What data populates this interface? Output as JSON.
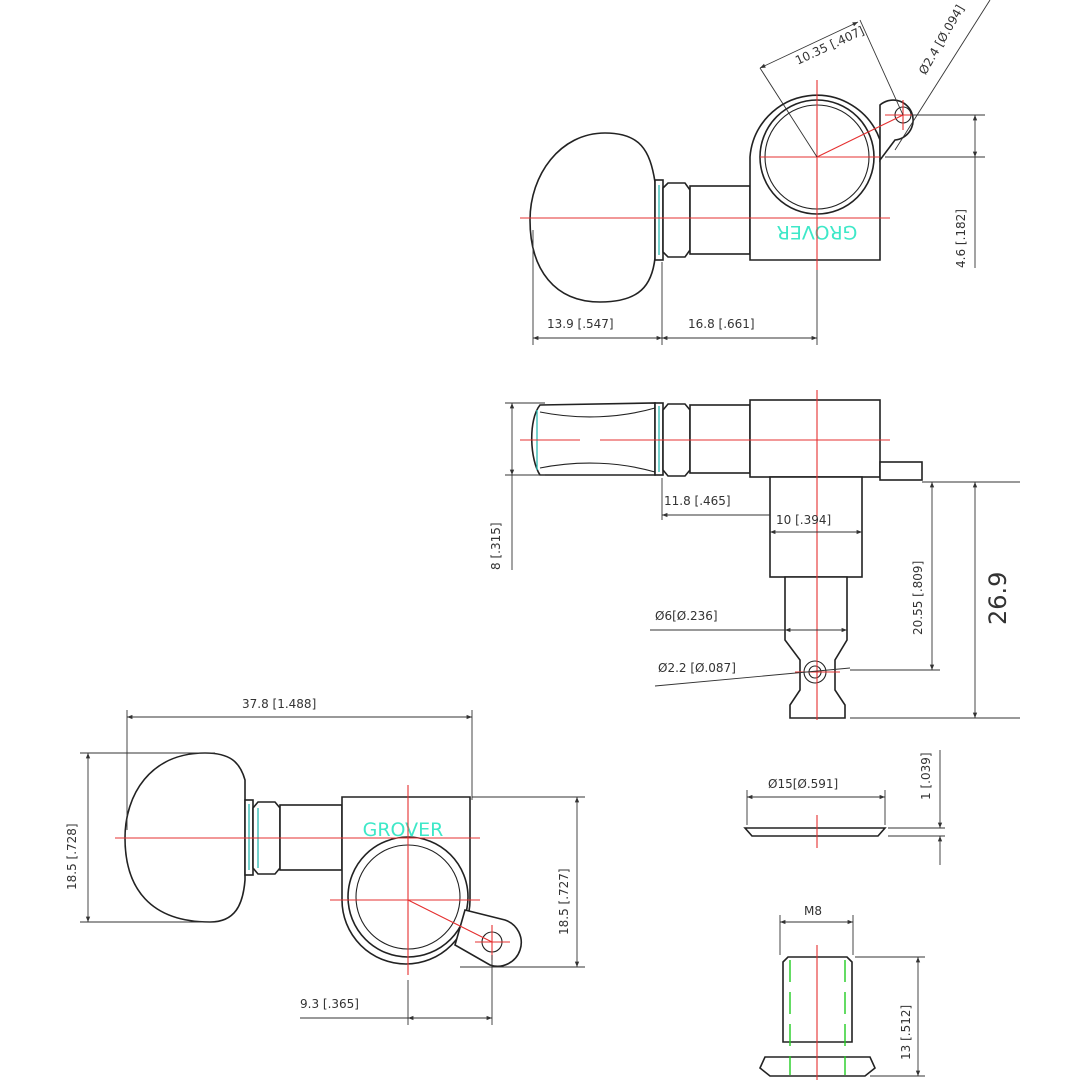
{
  "brand": "GROVER",
  "colors": {
    "outline": "#222222",
    "centerline": "#e53030",
    "logo": "#3ee8c8",
    "thread": "#22cc22"
  },
  "top_view": {
    "dims": {
      "hole_offset": "10.35 [.407]",
      "ear_hole": "Ø2.4 [Ø.094]",
      "ear_height": "4.6 [.182]",
      "knob_length": "13.9 [.547]",
      "shaft_length": "16.8 [.661]"
    }
  },
  "side_view": {
    "dims": {
      "knob_thickness": "8 [.315]",
      "shaft_to_post": "11.8 [.465]",
      "post_width": "10 [.394]",
      "post_length": "20.55 [.809]",
      "total_height": "26.9",
      "string_post_dia": "Ø6[Ø.236]",
      "string_hole": "Ø2.2 [Ø.087]"
    }
  },
  "front_view": {
    "dims": {
      "overall_length": "37.8 [1.488]",
      "knob_height": "18.5 [.728]",
      "body_height": "18.5 [.727]",
      "ear_offset": "9.3 [.365]"
    }
  },
  "washer": {
    "dims": {
      "diameter": "Ø15[Ø.591]",
      "thickness": "1 [.039]"
    }
  },
  "nut": {
    "dims": {
      "thread": "M8",
      "height": "13 [.512]"
    }
  }
}
